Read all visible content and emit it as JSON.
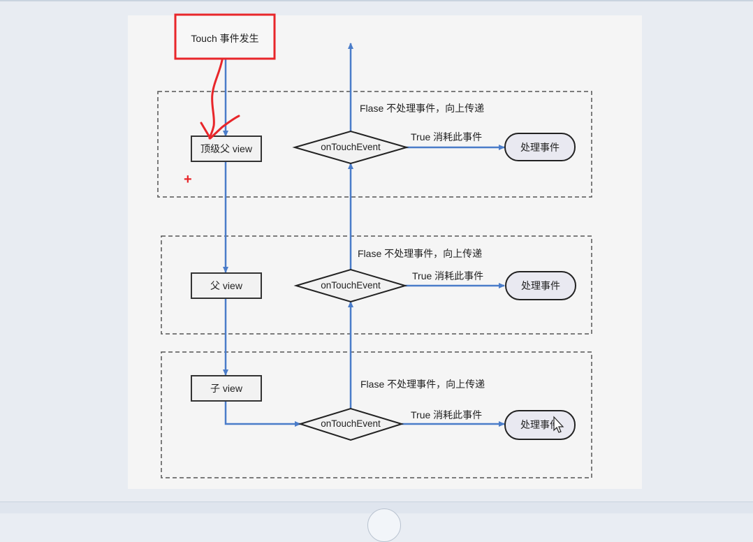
{
  "diagram": {
    "start_label": "Touch 事件发生",
    "views": [
      {
        "label": "顶级父 view"
      },
      {
        "label": "父 view"
      },
      {
        "label": "子 view"
      }
    ],
    "decision_label": "onTouchEvent",
    "false_label": "Flase  不处理事件，向上传递",
    "true_label": "True  消耗此事件",
    "handle_label": "处理事件",
    "annotations": {
      "highlight_color": "#e8262a",
      "plus_mark": "+"
    },
    "colors": {
      "arrow": "#4a7cc9",
      "box_border": "#333333",
      "dash_border": "#555555",
      "handle_fill": "#e9e9f1"
    }
  }
}
